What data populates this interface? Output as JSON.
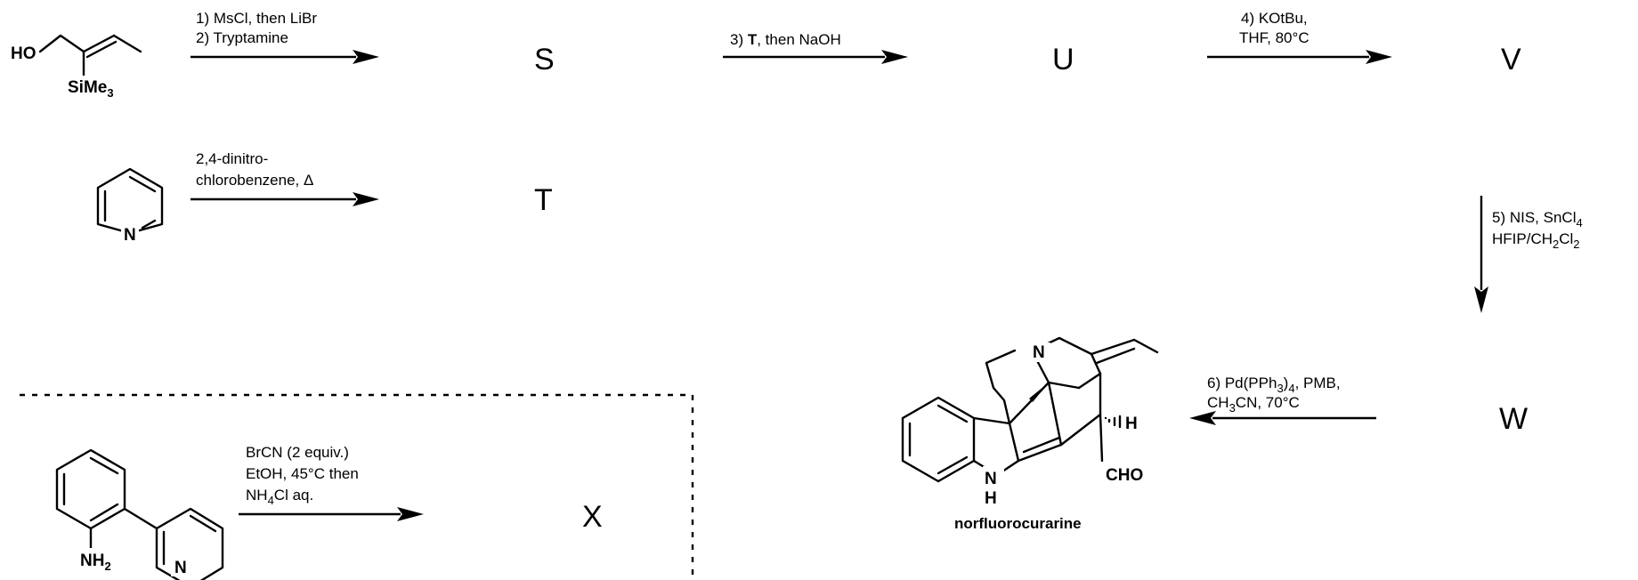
{
  "steps": {
    "s1": {
      "line1": "1) MsCl, then LiBr",
      "line2": "2) Tryptamine"
    },
    "s2": {
      "line1": "2,4-dinitro-",
      "line2": "chlorobenzene, Δ"
    },
    "s3": {
      "prefix": "3) ",
      "reagent": "T",
      "suffix": ", then NaOH"
    },
    "s4": {
      "line1": "4) KOtBu,",
      "line2": "THF, 80°C"
    },
    "s5": {
      "line1a": "5) NIS, SnCl",
      "line1sub": "4",
      "line2a": "HFIP/CH",
      "line2sub1": "2",
      "line2b": "Cl",
      "line2sub2": "2"
    },
    "s6": {
      "line1a": "6) Pd(PPh",
      "line1sub": "3",
      "line1b": ")",
      "line1sub2": "4",
      "line1c": ", PMB,",
      "line2a": "CH",
      "line2sub": "3",
      "line2b": "CN, 70°C"
    },
    "s7": {
      "line1": "BrCN (2 equiv.)",
      "line2": "EtOH, 45°C then",
      "line3a": "NH",
      "line3sub": "4",
      "line3b": "Cl aq."
    }
  },
  "compounds": {
    "S": "S",
    "U": "U",
    "V": "V",
    "T": "T",
    "W": "W",
    "X": "X"
  },
  "atoms": {
    "ho": "HO",
    "si": "SiMe",
    "si_sub": "3",
    "n": "N",
    "h": "H",
    "cho": "CHO",
    "nh": "NH",
    "nh_sub": "2"
  },
  "product_name": "norfluorocurarine"
}
